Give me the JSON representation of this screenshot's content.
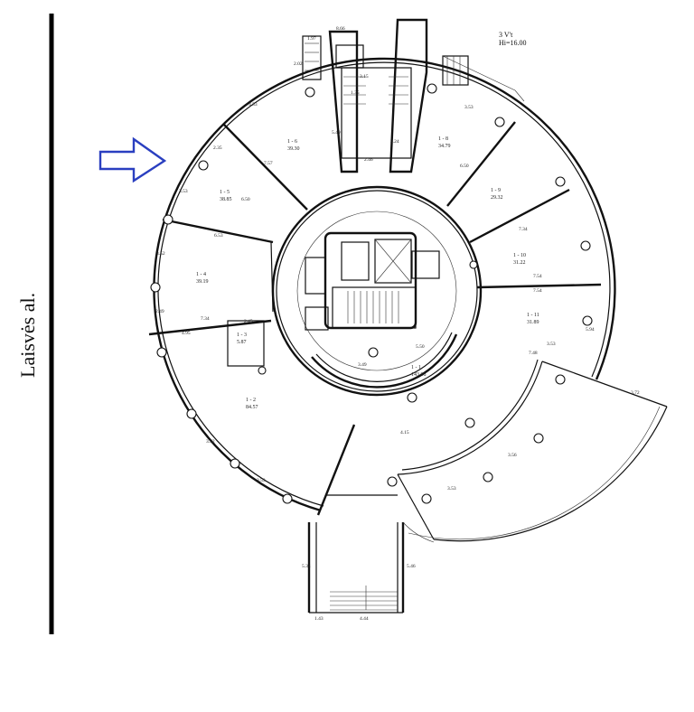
{
  "street_label": "Laisvės al.",
  "level_note": {
    "line1": "3 V't",
    "line2": "Hi=16.00"
  },
  "rooms": [
    {
      "id": "1 - 6",
      "area": "39.30"
    },
    {
      "id": "1 - 5",
      "area": "38.85"
    },
    {
      "id": "1 - 4",
      "area": "39.19"
    },
    {
      "id": "1 - 3",
      "area": "5.87"
    },
    {
      "id": "1 - 2",
      "area": "84.57"
    },
    {
      "id": "1 - 1",
      "area": "143.98"
    },
    {
      "id": "1 - 8",
      "area": "34.79"
    },
    {
      "id": "1 - 9",
      "area": "29.32"
    },
    {
      "id": "1 - 10",
      "area": "31.22"
    },
    {
      "id": "1 - 11",
      "area": "31.89"
    }
  ],
  "dimensions": {
    "d_866": "8.66",
    "d_197": "1.97",
    "d_202": "2.02",
    "d_315": "3.15",
    "d_135": "1.35",
    "d_353a": "3.53",
    "d_549": "5.49",
    "d_235": "2.35",
    "d_757": "7.57",
    "d_353b": "3.53",
    "d_650": "6.50",
    "d_653": "6.53",
    "d_352": "3.52",
    "d_249": "2.49",
    "d_734a": "7.34",
    "d_495": "4.95",
    "d_245": "2.45",
    "d_352b": "3.52",
    "d_353c": "3.53",
    "d_246": "2.46",
    "d_224": "2.24",
    "d_353d": "3.53",
    "d_650b": "6.50",
    "d_734b": "7.34",
    "d_754a": "7.54",
    "d_754b": "7.54",
    "d_353e": "3.53",
    "d_594": "5.94",
    "d_748": "7.48",
    "d_550": "5.50",
    "d_415": "4.15",
    "d_353f": "3.53",
    "d_356": "3.56",
    "d_534": "5.34",
    "d_546": "5.46",
    "d_444": "4.44",
    "d_143": "1.43",
    "d_372": "3.72",
    "d_349": "3.49"
  }
}
